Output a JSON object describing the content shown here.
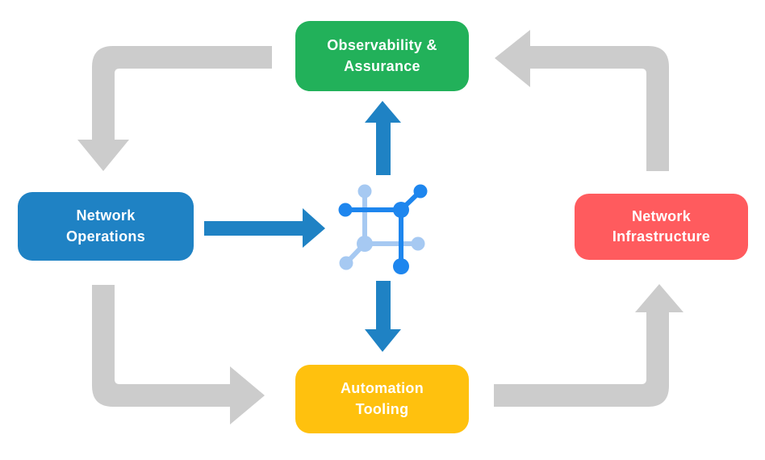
{
  "nodes": {
    "observability": {
      "line1": "Observability &",
      "line2": "Assurance",
      "color": "#22B15A"
    },
    "operations": {
      "line1": "Network",
      "line2": "Operations",
      "color": "#1F82C4"
    },
    "infrastructure": {
      "line1": "Network",
      "line2": "Infrastructure",
      "color": "#FF5B5E"
    },
    "automation": {
      "line1": "Automation",
      "line2": "Tooling",
      "color": "#FFC10E"
    }
  },
  "colors": {
    "arrow_gray": "#CCCCCC",
    "arrow_blue": "#1F82C4",
    "icon_dark": "#1E86EE",
    "icon_light": "#A6C9F2",
    "label_text": "#FFFFFF",
    "background": "#FFFFFF"
  },
  "icons": {
    "center": "network-nodes-icon"
  },
  "flows": [
    {
      "from": "Observability & Assurance",
      "to": "Network Operations",
      "style": "gray"
    },
    {
      "from": "Network Operations",
      "to": "Automation Tooling",
      "style": "gray"
    },
    {
      "from": "Automation Tooling",
      "to": "Network Infrastructure",
      "style": "gray"
    },
    {
      "from": "Network Infrastructure",
      "to": "Observability & Assurance",
      "style": "gray"
    },
    {
      "from": "Network Operations",
      "to": "center network icon",
      "style": "blue"
    },
    {
      "from": "center network icon",
      "to": "Observability & Assurance",
      "style": "blue"
    },
    {
      "from": "center network icon",
      "to": "Automation Tooling",
      "style": "blue"
    }
  ]
}
